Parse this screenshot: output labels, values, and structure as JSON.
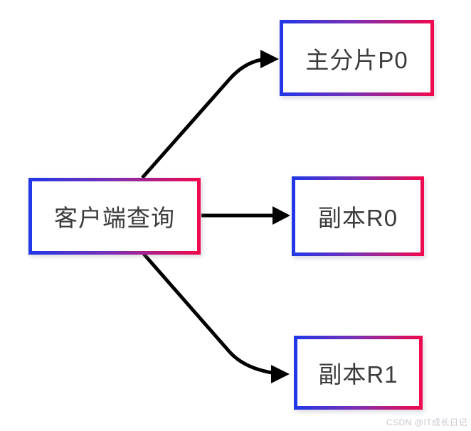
{
  "diagram": {
    "nodes": [
      {
        "id": "client-query",
        "label": "客户端查询"
      },
      {
        "id": "primary-shard-p0",
        "label": "主分片P0"
      },
      {
        "id": "replica-r0",
        "label": "副本R0"
      },
      {
        "id": "replica-r1",
        "label": "副本R1"
      }
    ],
    "edges": [
      {
        "from": "client-query",
        "to": "primary-shard-p0"
      },
      {
        "from": "client-query",
        "to": "replica-r0"
      },
      {
        "from": "client-query",
        "to": "replica-r1"
      }
    ],
    "colors": {
      "border_gradient_start": "#2337e6",
      "border_gradient_mid": "#7b2fb4",
      "border_gradient_end": "#ee0a50",
      "node_fill": "#ffffff",
      "node_text": "#3c3c3c",
      "arrow": "#000000",
      "background": "#ffffff",
      "watermark_text_color": "#ccc6d0"
    }
  },
  "watermark": {
    "text": "CSDN @IT成长日记"
  }
}
